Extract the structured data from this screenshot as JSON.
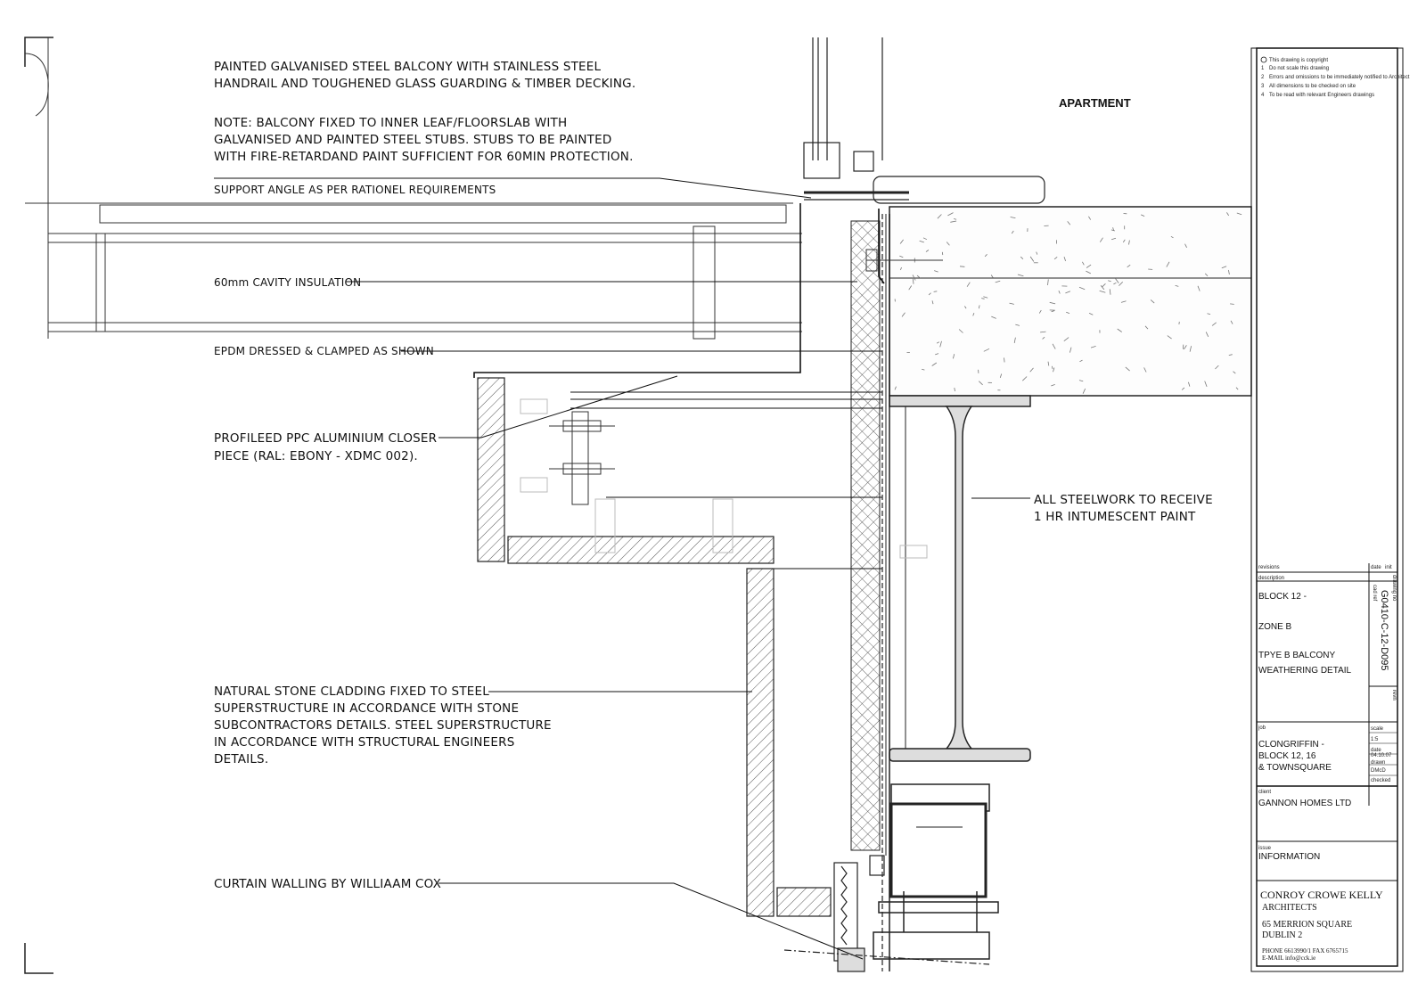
{
  "annotations": {
    "balcony_line1": "PAINTED GALVANISED STEEL BALCONY WITH STAINLESS STEEL",
    "balcony_line2": "HANDRAIL AND TOUGHENED GLASS GUARDING & TIMBER DECKING.",
    "note_line1": "NOTE: BALCONY FIXED TO INNER LEAF/FLOORSLAB WITH",
    "note_line2": "GALVANISED AND PAINTED STEEL STUBS. STUBS TO BE PAINTED",
    "note_line3": "WITH FIRE-RETARDAND PAINT SUFFICIENT FOR 60MIN PROTECTION.",
    "support_angle": "SUPPORT ANGLE AS PER RATIONEL REQUIREMENTS",
    "cavity_insulation": "60mm CAVITY INSULATION",
    "epdm": "EPDM DRESSED & CLAMPED AS SHOWN",
    "closer_line1": "PROFILEED PPC ALUMINIUM CLOSER",
    "closer_line2": "PIECE (RAL: EBONY - XDMC 002).",
    "steel_line1": "ALL STEELWORK TO RECEIVE",
    "steel_line2": "1 HR INTUMESCENT PAINT",
    "stone_line1": "NATURAL STONE CLADDING FIXED TO STEEL",
    "stone_line2": "SUPERSTRUCTURE IN ACCORDANCE WITH STONE",
    "stone_line3": "SUBCONTRACTORS DETAILS. STEEL SUPERSTRUCTURE",
    "stone_line4": "IN ACCORDANCE WITH STRUCTURAL ENGINEERS",
    "stone_line5": "DETAILS.",
    "curtain_walling": "CURTAIN WALLING BY WILLIAAM COX",
    "apartment": "APARTMENT"
  },
  "title_block": {
    "notes": [
      "This drawing is copyright",
      "Do not scale this drawing",
      "Errors and omissions to be immediately notified to Architect",
      "All dimensions to be checked on site",
      "To be read with relevant Engineers drawings"
    ],
    "note_numbers": [
      "1",
      "2",
      "3",
      "4"
    ],
    "revisions_label": "revisions",
    "date_label": "date",
    "init_label": "init",
    "description_label": "description",
    "description_line1": "BLOCK 12 -",
    "description_line2": "ZONE B",
    "description_line3": "TPYE B BALCONY",
    "description_line4": "WEATHERING DETAIL",
    "cad_ref_label": "cad ref",
    "drawing_no_label": "drawing no",
    "drawing_no": "G0410-C-12-D095",
    "revn_label": "revn",
    "job_label": "job",
    "job_line1": "CLONGRIFFIN -",
    "job_line2": "BLOCK 12, 16",
    "job_line3": "& TOWNSQUARE",
    "scale_label": "scale",
    "scale_value": "1:5",
    "date_field_label": "date",
    "date_value": "04.10.07",
    "drawn_label": "drawn",
    "drawn_value": "DMcD",
    "checked_label": "checked",
    "client_label": "client",
    "client": "GANNON HOMES LTD",
    "issue_label": "issue",
    "issue": "INFORMATION",
    "firm_line1": "CONROY CROWE KELLY",
    "firm_line2": "ARCHITECTS",
    "firm_line3": "65 MERRION SQUARE",
    "firm_line4": "DUBLIN 2",
    "phone_line": "PHONE   6613990/1 FAX 6765715",
    "email_line": "E-MAIL   info@cck.ie"
  }
}
